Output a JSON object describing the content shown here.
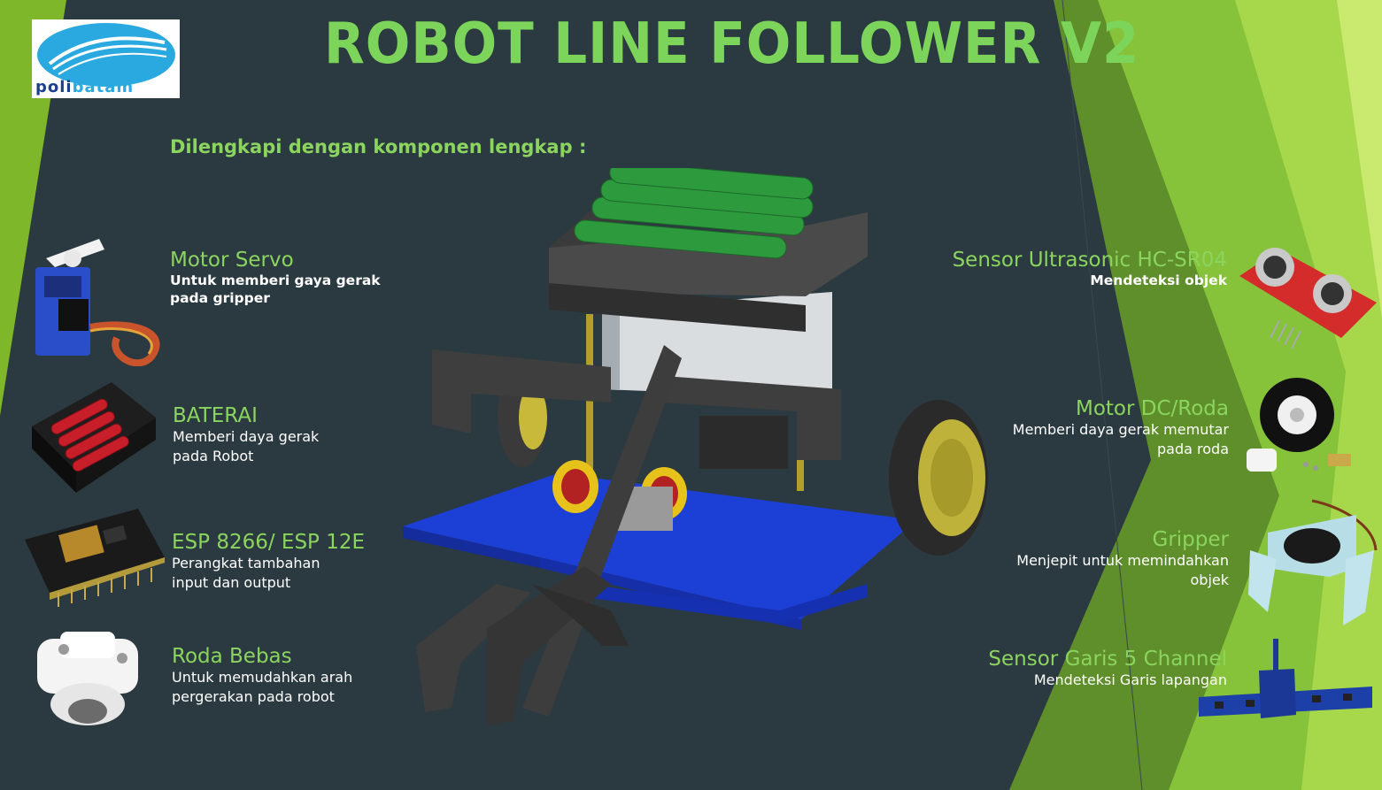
{
  "logo": {
    "brand_prefix": "poli",
    "brand_suffix": "batam"
  },
  "title": "ROBOT LINE FOLLOWER V2",
  "subtitle": "Dilengkapi dengan komponen lengkap :",
  "left_components": [
    {
      "name": "Motor Servo",
      "desc_line1": "Untuk memberi gaya gerak",
      "desc_line2": "pada gripper"
    },
    {
      "name": "BATERAI",
      "desc_line1": "Memberi daya gerak",
      "desc_line2": "pada Robot"
    },
    {
      "name": "ESP 8266/ ESP 12E",
      "desc_line1": "Perangkat tambahan",
      "desc_line2": "input dan output"
    },
    {
      "name": "Roda Bebas",
      "desc_line1": "Untuk memudahkan arah",
      "desc_line2": "pergerakan pada robot"
    }
  ],
  "right_components": [
    {
      "name": "Sensor Ultrasonic HC-SR04",
      "desc_line1": "Mendeteksi objek"
    },
    {
      "name": "Motor DC/Roda",
      "desc_line1": "Memberi daya gerak memutar",
      "desc_line2": "pada roda"
    },
    {
      "name": "Gripper",
      "desc_line1": "Menjepit untuk memindahkan",
      "desc_line2": "objek"
    },
    {
      "name": "Sensor Garis 5 Channel",
      "desc_line1": "Mendeteksi Garis lapangan"
    }
  ],
  "colors": {
    "background": "#2b3a40",
    "accent_green": "#7cd45a",
    "text_white": "#ffffff",
    "stripe_green": "#7fb72b"
  }
}
